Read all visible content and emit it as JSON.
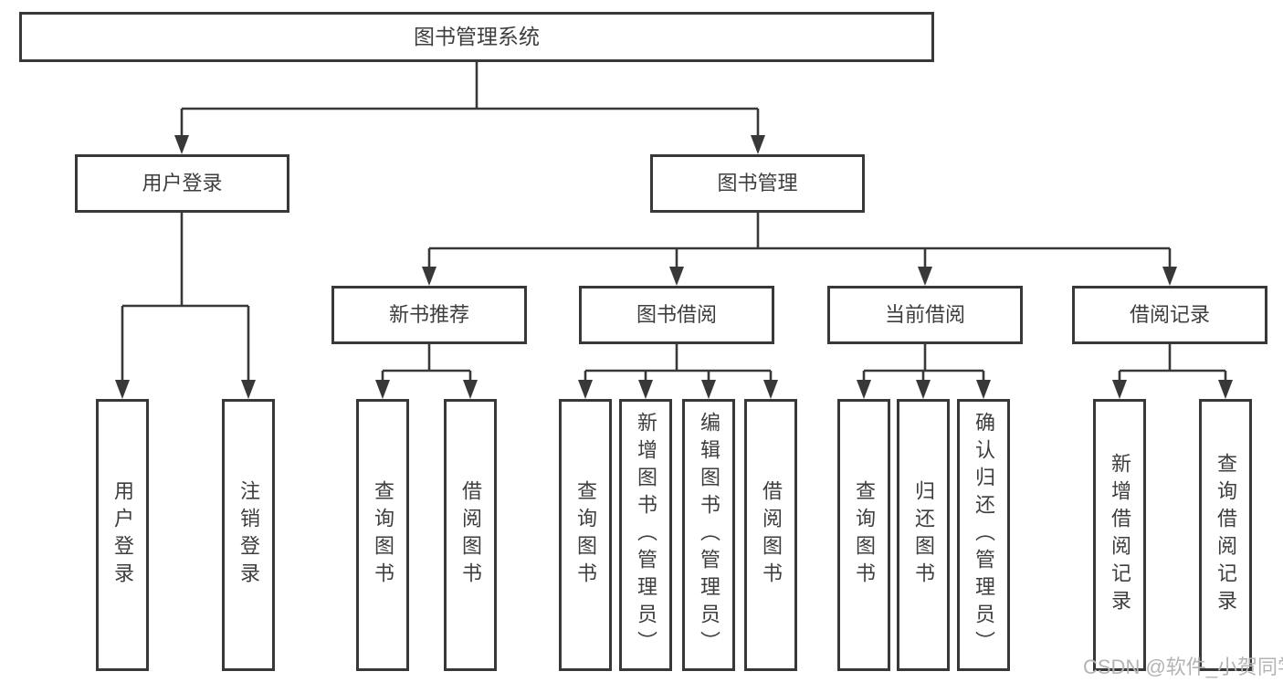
{
  "diagram": {
    "root": {
      "label": "图书管理系统"
    },
    "level2": [
      {
        "label": "用户登录"
      },
      {
        "label": "图书管理"
      }
    ],
    "level3": [
      {
        "label": "新书推荐"
      },
      {
        "label": "图书借阅"
      },
      {
        "label": "当前借阅"
      },
      {
        "label": "借阅记录"
      }
    ],
    "leaves": [
      {
        "label": "用户登录",
        "parent": "用户登录"
      },
      {
        "label": "注销登录",
        "parent": "用户登录"
      },
      {
        "label": "查询图书",
        "parent": "新书推荐"
      },
      {
        "label": "借阅图书",
        "parent": "新书推荐"
      },
      {
        "label": "查询图书",
        "parent": "图书借阅"
      },
      {
        "label": "新增图书（管理员）",
        "parent": "图书借阅"
      },
      {
        "label": "编辑图书（管理员）",
        "parent": "图书借阅"
      },
      {
        "label": "借阅图书",
        "parent": "图书借阅"
      },
      {
        "label": "查询图书",
        "parent": "当前借阅"
      },
      {
        "label": "归还图书",
        "parent": "当前借阅"
      },
      {
        "label": "确认归还（管理员）",
        "parent": "当前借阅"
      },
      {
        "label": "新增借阅记录",
        "parent": "借阅记录"
      },
      {
        "label": "查询借阅记录",
        "parent": "借阅记录"
      }
    ],
    "watermark": "CSDN @软件_小贺同学",
    "colors": {
      "line": "#383838",
      "text": "#3e3e3e",
      "watermark": "#b4b4b4",
      "background": "#ffffff"
    }
  }
}
